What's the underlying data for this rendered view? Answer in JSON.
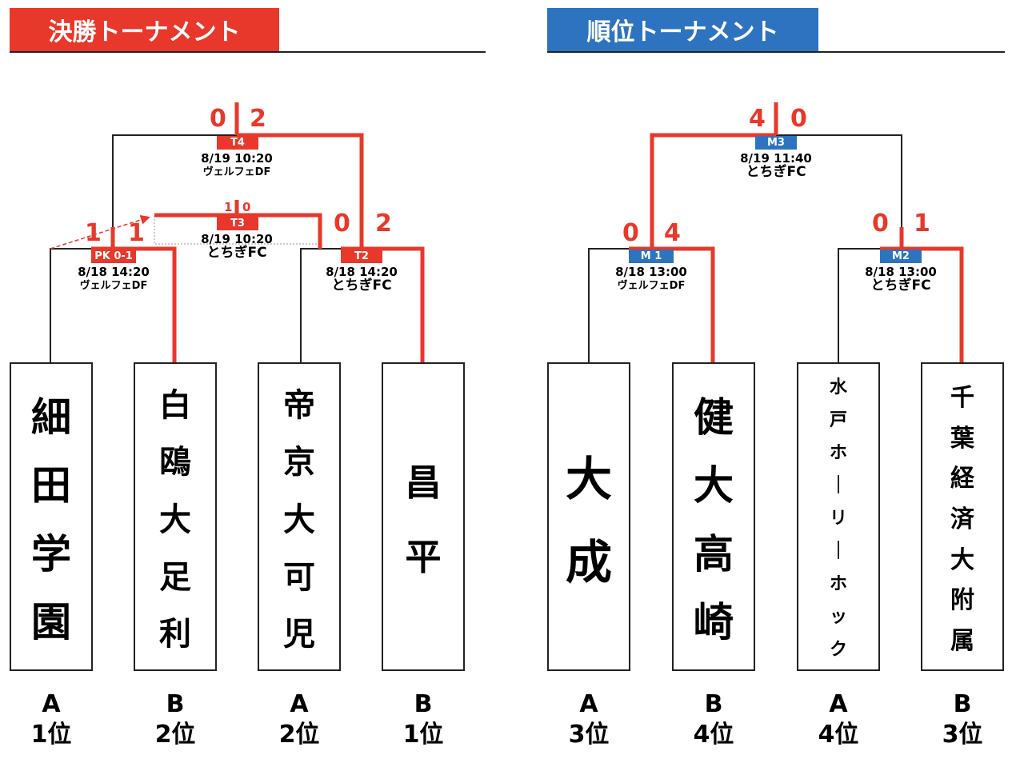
{
  "colors": {
    "red": "#e8382b",
    "blue": "#2e73bf",
    "line": "#222222"
  },
  "headers": {
    "championship": "決勝トーナメント",
    "placement": "順位トーナメント"
  },
  "matches": {
    "T4": {
      "tag": "T4",
      "date": "8/19 10:20",
      "venue": "ヴェルフェDF",
      "score_left": "0",
      "score_right": "2"
    },
    "T3": {
      "tag": "T3",
      "date": "8/19 10:20",
      "venue": "とちぎFC",
      "score_left": "1",
      "score_right": "0"
    },
    "T1": {
      "tag": "PK 0-1",
      "date": "8/18 14:20",
      "venue": "ヴェルフェDF",
      "score_left": "1",
      "score_right": "1"
    },
    "T2": {
      "tag": "T2",
      "date": "8/18 14:20",
      "venue": "とちぎFC",
      "score_left": "0",
      "score_right": "2"
    },
    "M3": {
      "tag": "M3",
      "date": "8/19 11:40",
      "venue": "とちぎFC",
      "score_left": "4",
      "score_right": "0"
    },
    "M1": {
      "tag": "M 1",
      "date": "8/18 13:00",
      "venue": "ヴェルフェDF",
      "score_left": "0",
      "score_right": "4"
    },
    "M2": {
      "tag": "M2",
      "date": "8/18 13:00",
      "venue": "とちぎFC",
      "score_left": "0",
      "score_right": "1"
    }
  },
  "teams": [
    {
      "chars": [
        "細",
        "田",
        "学",
        "園"
      ],
      "group": "A",
      "rank": "1位"
    },
    {
      "chars": [
        "白",
        "鴎",
        "大",
        "足",
        "利"
      ],
      "group": "B",
      "rank": "2位"
    },
    {
      "chars": [
        "帝",
        "京",
        "大",
        "可",
        "児"
      ],
      "group": "A",
      "rank": "2位"
    },
    {
      "chars": [
        "昌",
        "平"
      ],
      "group": "B",
      "rank": "1位"
    },
    {
      "chars": [
        "大",
        "成"
      ],
      "group": "A",
      "rank": "3位"
    },
    {
      "chars": [
        "健",
        "大",
        "高",
        "崎"
      ],
      "group": "B",
      "rank": "4位"
    },
    {
      "chars": [
        "水",
        "戸",
        "ホ",
        "｜",
        "リ",
        "｜",
        "ホ",
        "ッ",
        "ク"
      ],
      "group": "A",
      "rank": "4位"
    },
    {
      "chars": [
        "千",
        "葉",
        "経",
        "済",
        "大",
        "附",
        "属"
      ],
      "group": "B",
      "rank": "3位"
    }
  ]
}
